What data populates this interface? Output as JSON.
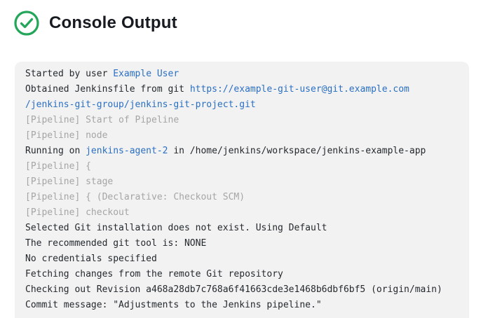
{
  "header": {
    "title": "Console Output",
    "status_icon": "check-circle-icon"
  },
  "colors": {
    "success_green": "#23a55a",
    "link": "#2a6fc2",
    "muted": "#a5a5a5",
    "text": "#24292e",
    "console_bg": "#f2f2f2"
  },
  "console": {
    "lines": [
      {
        "segments": [
          {
            "text": "Started by user ",
            "style": "text"
          },
          {
            "text": "Example User",
            "style": "link"
          }
        ]
      },
      {
        "segments": [
          {
            "text": "Obtained Jenkinsfile from git ",
            "style": "text"
          },
          {
            "text": "https://example-git-user@git.example.com",
            "style": "link"
          }
        ]
      },
      {
        "segments": [
          {
            "text": "/jenkins-git-group/jenkins-git-project.git",
            "style": "link"
          }
        ]
      },
      {
        "segments": [
          {
            "text": "[Pipeline] Start of Pipeline",
            "style": "muted"
          }
        ]
      },
      {
        "segments": [
          {
            "text": "[Pipeline] node",
            "style": "muted"
          }
        ]
      },
      {
        "segments": [
          {
            "text": "Running on ",
            "style": "text"
          },
          {
            "text": "jenkins-agent-2",
            "style": "link"
          },
          {
            "text": " in /home/jenkins/workspace/jenkins-example-app",
            "style": "text"
          }
        ]
      },
      {
        "segments": [
          {
            "text": "[Pipeline] {",
            "style": "muted"
          }
        ]
      },
      {
        "segments": [
          {
            "text": "[Pipeline] stage",
            "style": "muted"
          }
        ]
      },
      {
        "segments": [
          {
            "text": "[Pipeline] { (Declarative: Checkout SCM)",
            "style": "muted"
          }
        ]
      },
      {
        "segments": [
          {
            "text": "[Pipeline] checkout",
            "style": "muted"
          }
        ]
      },
      {
        "segments": [
          {
            "text": "Selected Git installation does not exist. Using Default",
            "style": "text"
          }
        ]
      },
      {
        "segments": [
          {
            "text": "The recommended git tool is: NONE",
            "style": "text"
          }
        ]
      },
      {
        "segments": [
          {
            "text": "No credentials specified",
            "style": "text"
          }
        ]
      },
      {
        "segments": [
          {
            "text": "Fetching changes from the remote Git repository",
            "style": "text"
          }
        ]
      },
      {
        "segments": [
          {
            "text": "Checking out Revision a468a28db7c768a6f41663cde3e1468b6dbf6bf5 (origin/main)",
            "style": "text"
          }
        ]
      },
      {
        "segments": [
          {
            "text": "Commit message: \"Adjustments to the Jenkins pipeline.\"",
            "style": "text"
          }
        ]
      }
    ]
  }
}
